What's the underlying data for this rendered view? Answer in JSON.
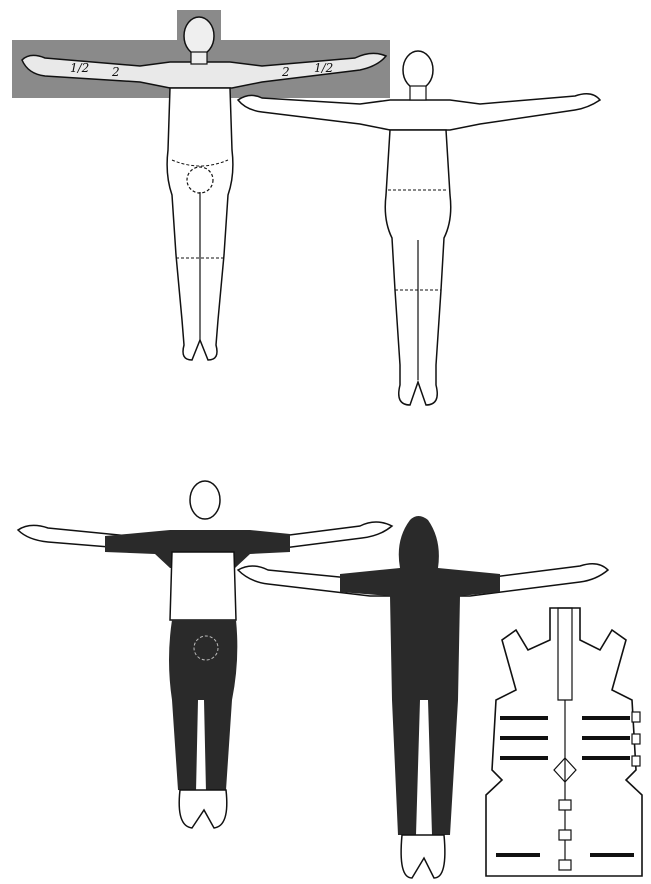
{
  "figures": {
    "top_front": {
      "zone_labels": {
        "left_forearm": "1/2",
        "left_upper_arm": "2",
        "right_upper_arm": "2",
        "right_forearm": "1/2"
      }
    }
  },
  "colors": {
    "background": "#ffffff",
    "ink": "#111111",
    "shaded_band": "#8a8a8a",
    "dark_fill": "#2a2a2a"
  }
}
